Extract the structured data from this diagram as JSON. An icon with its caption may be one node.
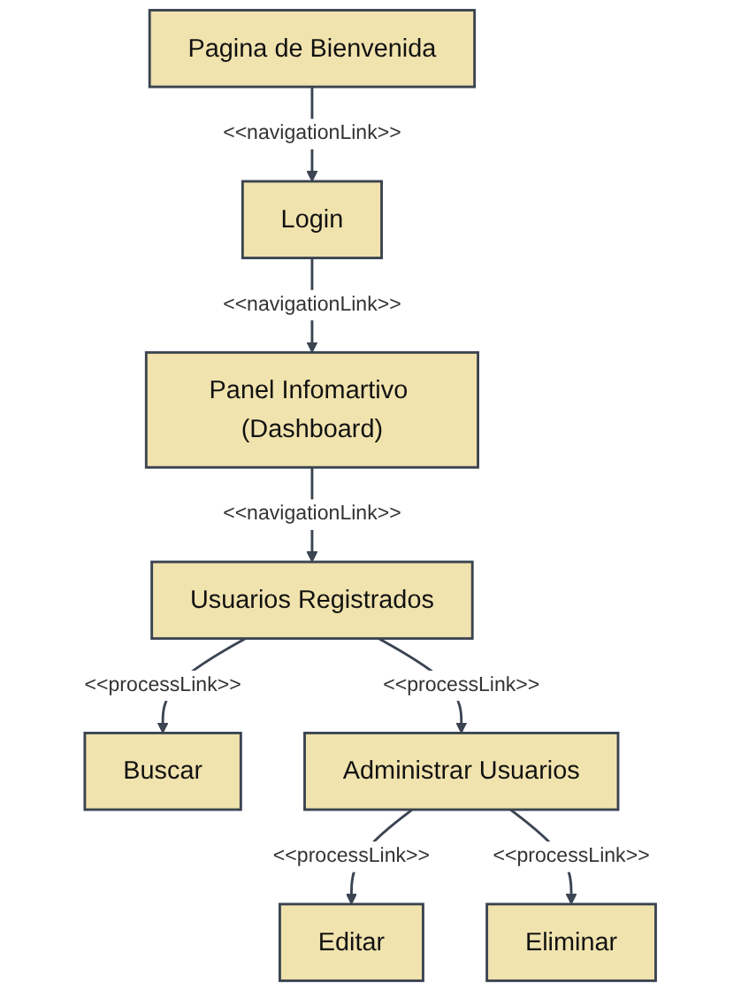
{
  "diagram": {
    "nodes": [
      {
        "text": [
          "Pagina de Bienvenida"
        ]
      },
      {
        "text": [
          "Login"
        ]
      },
      {
        "text": [
          "Panel Infomartivo (Dashboard)"
        ]
      },
      {
        "text": [
          "Usuarios Registrados"
        ]
      },
      {
        "text": [
          "Buscar"
        ]
      },
      {
        "text": [
          "Administrar Usuarios"
        ]
      },
      {
        "text": [
          "Editar"
        ]
      },
      {
        "text": [
          "Eliminar"
        ]
      }
    ],
    "edges": [
      {
        "from": 0,
        "to": 1,
        "arrow": "to",
        "label": "<<navigationLink>>"
      },
      {
        "from": 1,
        "to": 2,
        "arrow": "to",
        "label": "<<navigationLink>>"
      },
      {
        "from": 2,
        "to": 3,
        "arrow": "to",
        "label": "<<navigationLink>>"
      },
      {
        "from": 3,
        "to": 4,
        "arrow": "to",
        "label": "<<processLink>>"
      },
      {
        "from": 3,
        "to": 5,
        "arrow": "to",
        "label": "<<processLink>>"
      },
      {
        "from": 5,
        "to": 6,
        "arrow": "to",
        "label": "<<processLink>>"
      },
      {
        "from": 5,
        "to": 7,
        "arrow": "to",
        "label": "<<processLink>>"
      }
    ]
  }
}
